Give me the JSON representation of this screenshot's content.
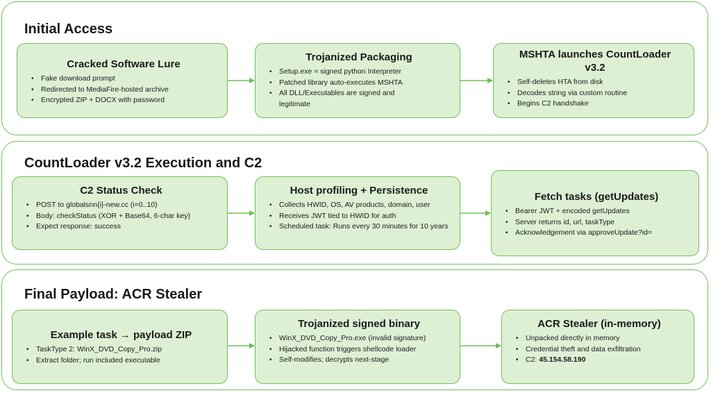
{
  "accent": "#6fbf5a",
  "box_fill": "#ddf0d4",
  "sections": [
    {
      "title": "Initial Access",
      "boxes": [
        {
          "title": "Cracked Software Lure",
          "items": [
            "Fake download prompt",
            "Redirected to MediaFire-hosted archive",
            "Encrypted ZIP + DOCX with password"
          ]
        },
        {
          "title": "Trojanized Packaging",
          "items": [
            "Setup.exe = signed python Interpreter",
            "Patched library auto-executes MSHTA",
            "All DLL/Executables are signed and legitimate"
          ]
        },
        {
          "title": "MSHTA launches CountLoader v3.2",
          "items": [
            "Self-deletes HTA from disk",
            "Decodes string via custom routine",
            "Begins C2 handshake"
          ]
        }
      ]
    },
    {
      "title": "CountLoader v3.2 Execution and C2",
      "boxes": [
        {
          "title": "C2 Status Check",
          "items": [
            "POST to globalsnn{i}-new.cc (i=0..10)",
            "Body: checkStatus (XOR + Base64, 6-char key)",
            "Expect response: success"
          ]
        },
        {
          "title": "Host profiling + Persistence",
          "items": [
            "Collects HWID, OS, AV products, domain, user",
            "Receives JWT tied to HWID for auth",
            "Scheduled task: Runs every 30 minutes for 10 years"
          ]
        },
        {
          "title": "Fetch tasks (getUpdates)",
          "items": [
            "Bearer JWT + encoded getUpdates",
            "Server returns id, url, taskType",
            "Acknowledgement via approveUpdate?id="
          ]
        }
      ]
    },
    {
      "title": "Final Payload: ACR Stealer",
      "boxes": [
        {
          "title": "Example task → payload ZIP",
          "items": [
            "TaskType 2: WinX_DVD_Copy_Pro.zip",
            "Extract folder; run included executable"
          ]
        },
        {
          "title": "Trojanized signed binary",
          "items": [
            "WinX_DVD_Copy_Pro.exe (invalid signature)",
            "Hijacked function triggers shellcode loader",
            "Self-modifies; decrypts next-stage"
          ]
        },
        {
          "title": "ACR Stealer (in-memory)",
          "items": [
            "Unpacked directly in memory",
            "Credential theft and data exfiltration"
          ],
          "c2_label": "C2:",
          "c2_value": "45.154.58.190"
        }
      ]
    }
  ]
}
